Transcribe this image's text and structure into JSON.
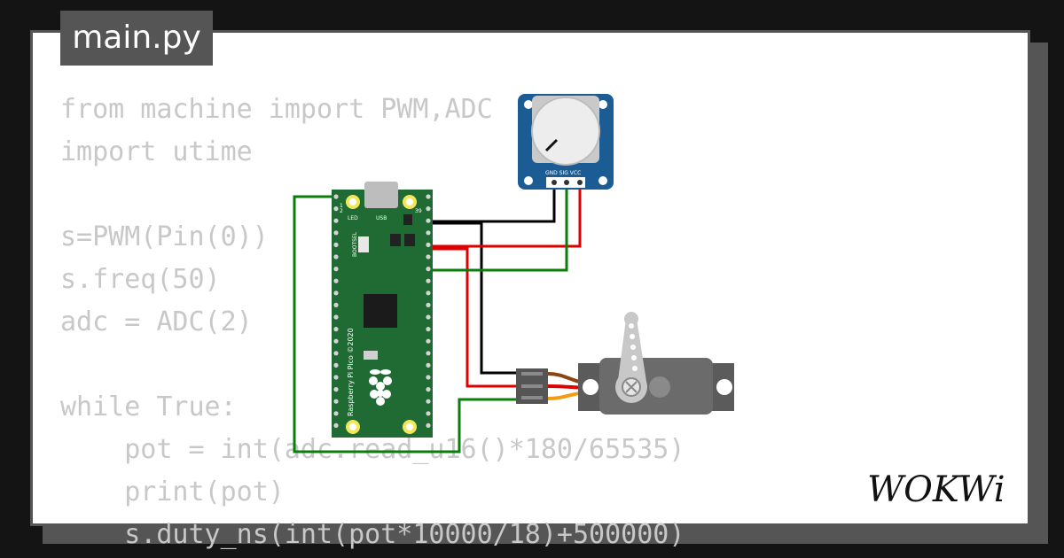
{
  "file_tab": {
    "label": "main.py"
  },
  "code_lines": [
    "from machine import PWM,ADC",
    "import utime",
    "",
    "s=PWM(Pin(0))",
    "s.freq(50)",
    "adc = ADC(2)",
    "",
    "while True:",
    "    pot = int(adc.read_u16()*180/65535)",
    "    print(pot)",
    "    s.duty_ns(int(pot*10000/18)+500000)"
  ],
  "pico": {
    "board_text": "Raspberry Pi Pico ©2020",
    "led_label": "LED",
    "usb_label": "USB",
    "bootsel_label": "BOOTSEL",
    "pin_1": "1",
    "pin_2": "2",
    "pin_39": "39"
  },
  "potentiometer": {
    "pin_labels": "GND SIG VCC"
  },
  "logo": {
    "text": "WOKWi"
  },
  "colors": {
    "board_green": "#1f6b33",
    "pot_blue": "#1c5c94",
    "wire_black": "#000000",
    "wire_red": "#e00000",
    "wire_green": "#0a7d0a",
    "servo_gray": "#6b6b6b"
  }
}
